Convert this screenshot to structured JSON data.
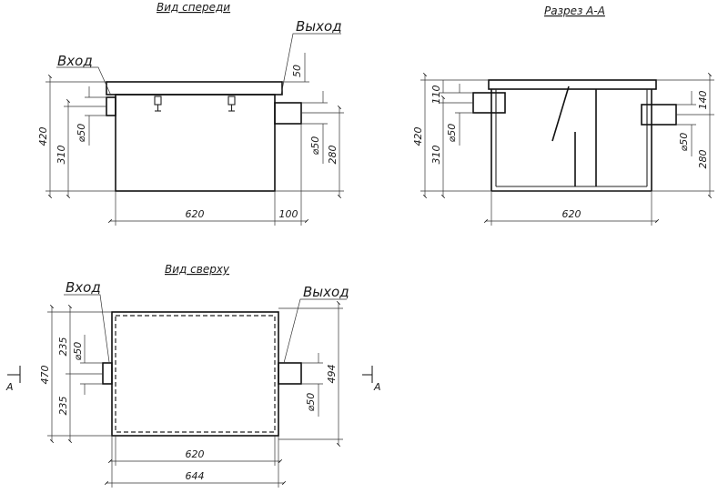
{
  "views": {
    "front": {
      "title": "Вид спереди",
      "inlet_label": "Вход",
      "outlet_label": "Выход",
      "dims": {
        "overall_height": "420",
        "inlet_height": "310",
        "inlet_diameter": "⌀50",
        "outlet_diameter": "⌀50",
        "outlet_height": "280",
        "lid_offset": "50",
        "body_width": "620",
        "pipe_length": "100"
      }
    },
    "section": {
      "title": "Разрез А-А",
      "dims": {
        "overall_height": "420",
        "inlet_height": "310",
        "inlet_offset": "110",
        "inlet_diameter": "⌀50",
        "outlet_offset": "140",
        "outlet_diameter": "⌀50",
        "outlet_height": "280",
        "body_width": "620"
      }
    },
    "top": {
      "title": "Вид сверху",
      "inlet_label": "Вход",
      "outlet_label": "Выход",
      "section_mark": "A",
      "dims": {
        "overall_depth": "470",
        "half_upper": "235",
        "half_lower": "235",
        "inlet_diameter": "⌀50",
        "outlet_diameter": "⌀50",
        "outer_depth": "494",
        "inner_width": "620",
        "outer_width": "644"
      }
    }
  }
}
